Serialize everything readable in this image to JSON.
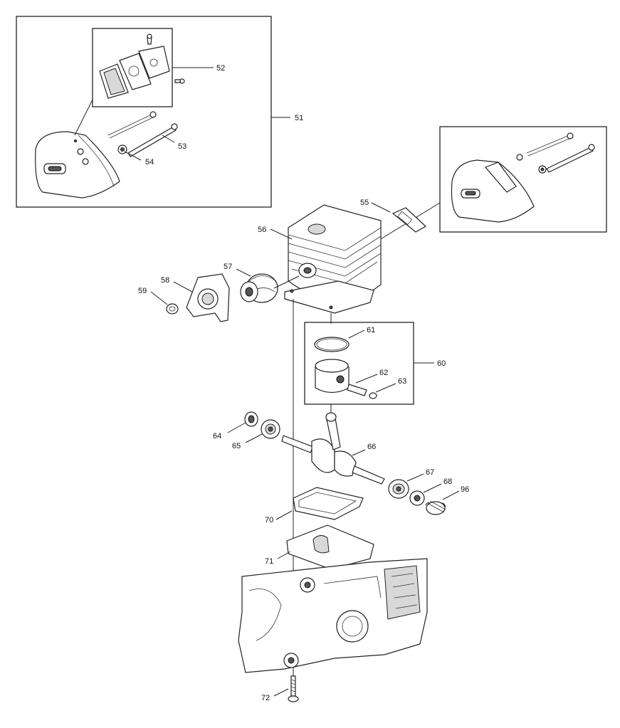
{
  "callouts": {
    "c51": "51",
    "c52": "52",
    "c53": "53",
    "c54": "54",
    "c55": "55",
    "c56": "56",
    "c57": "57",
    "c58": "58",
    "c59": "59",
    "c60": "60",
    "c61": "61",
    "c62": "62",
    "c63": "63",
    "c64": "64",
    "c65": "65",
    "c66": "66",
    "c67": "67",
    "c68": "68",
    "c96": "96",
    "c70": "70",
    "c71": "71",
    "c72": "72"
  }
}
